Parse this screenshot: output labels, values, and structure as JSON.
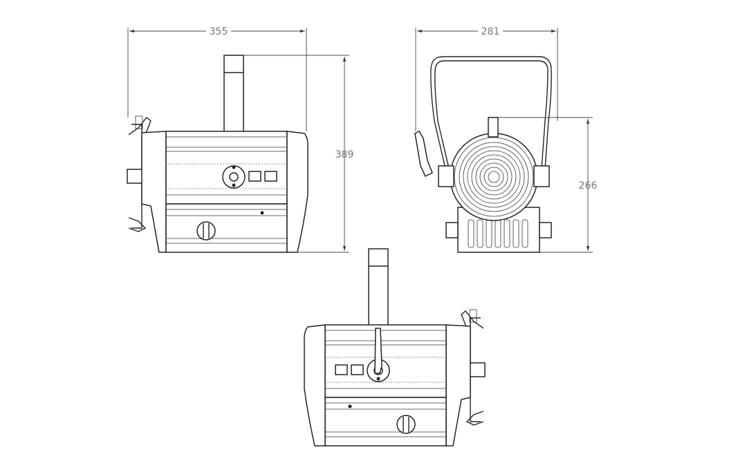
{
  "drawing": {
    "side_view": {
      "width_dimension": "355",
      "height_dimension": "389"
    },
    "front_view": {
      "width_dimension": "281",
      "height_dimension": "266"
    }
  },
  "colors": {
    "line": "#222222",
    "dimension_text": "#777777",
    "background": "#ffffff"
  }
}
